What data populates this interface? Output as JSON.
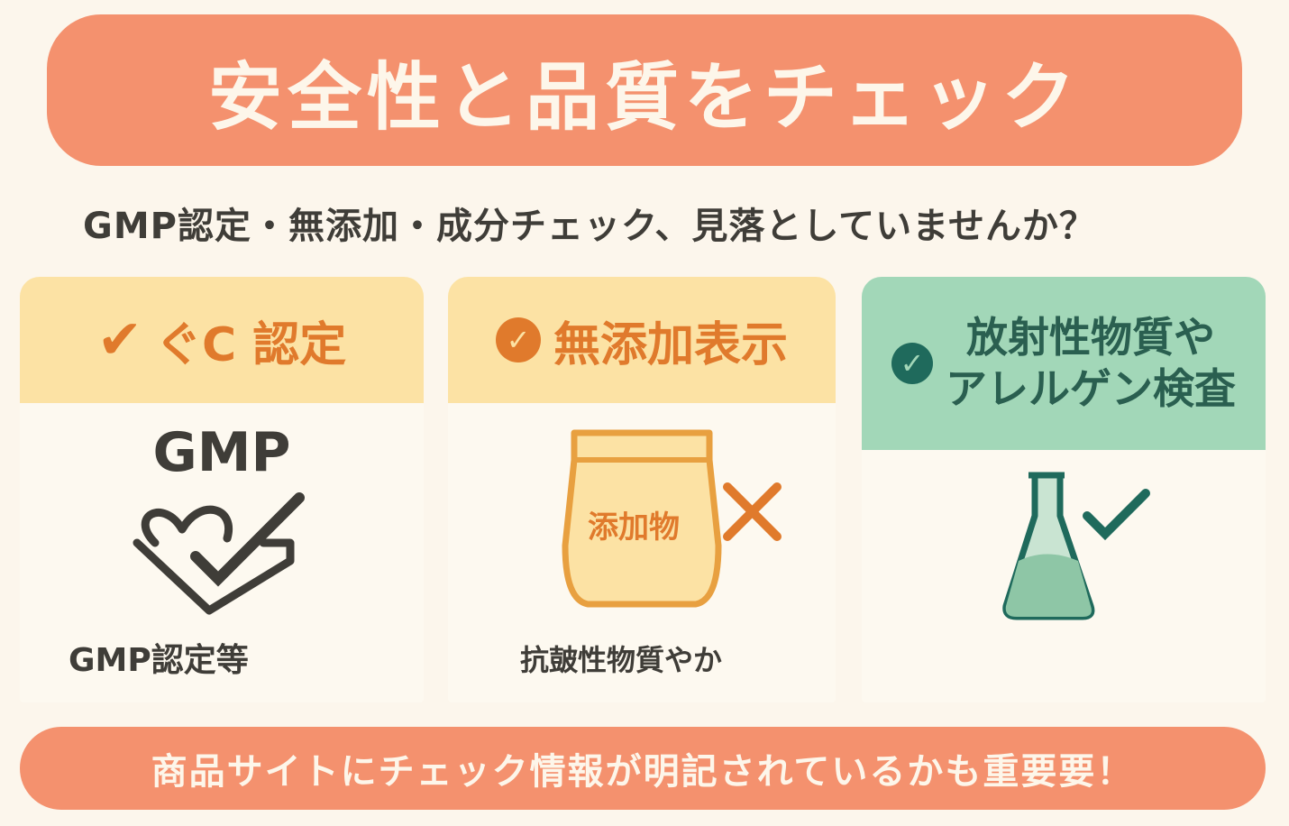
{
  "title": "安全性と品質をチェック",
  "subtitle": "GMP認定・無添加・成分チェック、見落としていませんか？",
  "cards": [
    {
      "heading": "ぐC 認定",
      "logo_text": "GMP",
      "caption": "GMP認定等"
    },
    {
      "heading": "無添加表示",
      "bag_label": "添加物",
      "caption": "抗皷性物質やか"
    },
    {
      "heading_line1": "放射性物質や",
      "heading_line2": "アレルゲン検査"
    }
  ],
  "footer": "商品サイトにチェック情報が明記されているかも重要要！",
  "colors": {
    "banner": "#f4916e",
    "orange": "#e07a2c",
    "yellow": "#fce2a4",
    "green": "#a2d7b8",
    "teal": "#1f6a5c"
  }
}
